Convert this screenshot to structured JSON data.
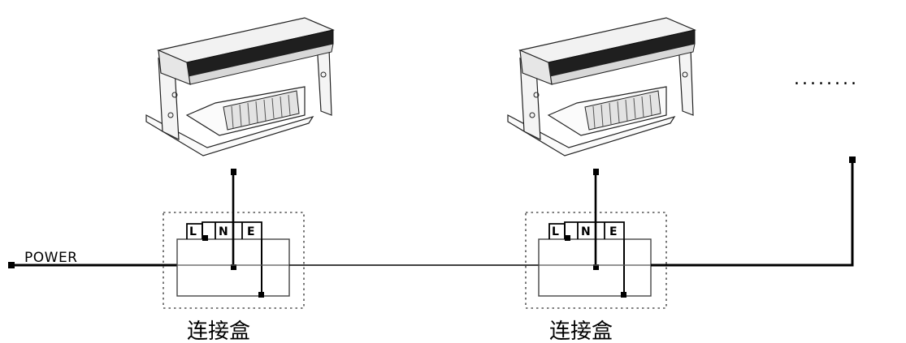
{
  "power_label": "POWER",
  "junction_boxes": [
    {
      "caption": "连接盒",
      "terminals": [
        "L",
        "N",
        "E"
      ]
    },
    {
      "caption": "连接盒",
      "terminals": [
        "L",
        "N",
        "E"
      ]
    }
  ],
  "continuation": "........",
  "colors": {
    "line": "#000000",
    "dashed_box": "#555555",
    "fixture_body": "#e9e9e9",
    "fixture_dark": "#1f1f1f"
  }
}
